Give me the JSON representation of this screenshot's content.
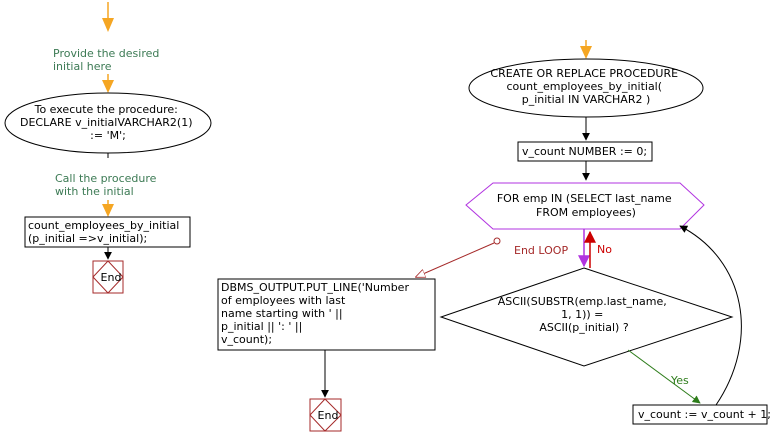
{
  "colors": {
    "arrow_orange": "#f5a623",
    "note_green": "#3c7a54",
    "loop_purple": "#b133e0",
    "end_red": "#a52a2a",
    "yes_green": "#2e7d1b",
    "no_red": "#cc0000",
    "line_black": "#000000"
  },
  "left": {
    "note_initial": [
      "Provide the desired",
      "initial here"
    ],
    "execute": [
      "To execute the procedure:",
      "DECLARE v_initialVARCHAR2(1)",
      ":= 'M';"
    ],
    "note_call": [
      "Call the procedure",
      "with the initial"
    ],
    "call": [
      "count_employees_by_initial",
      "(p_initial =>v_initial);"
    ],
    "end": "End"
  },
  "right": {
    "create": [
      "CREATE OR REPLACE PROCEDURE",
      "count_employees_by_initial(",
      "p_initial IN VARCHAR2 )"
    ],
    "declare": "v_count NUMBER := 0;",
    "loop": [
      "FOR emp IN (SELECT last_name",
      "FROM employees)"
    ],
    "end_loop": "End LOOP",
    "no": "No",
    "yes": "Yes",
    "decision": [
      "ASCII(SUBSTR(emp.last_name,",
      "1, 1)) =",
      "ASCII(p_initial) ?"
    ],
    "increment": "v_count := v_count + 1;",
    "output": [
      "DBMS_OUTPUT.PUT_LINE('Number",
      "of employees with last",
      "name starting with ' ||",
      "p_initial || ': ' ||",
      "v_count);"
    ],
    "end": "End"
  }
}
